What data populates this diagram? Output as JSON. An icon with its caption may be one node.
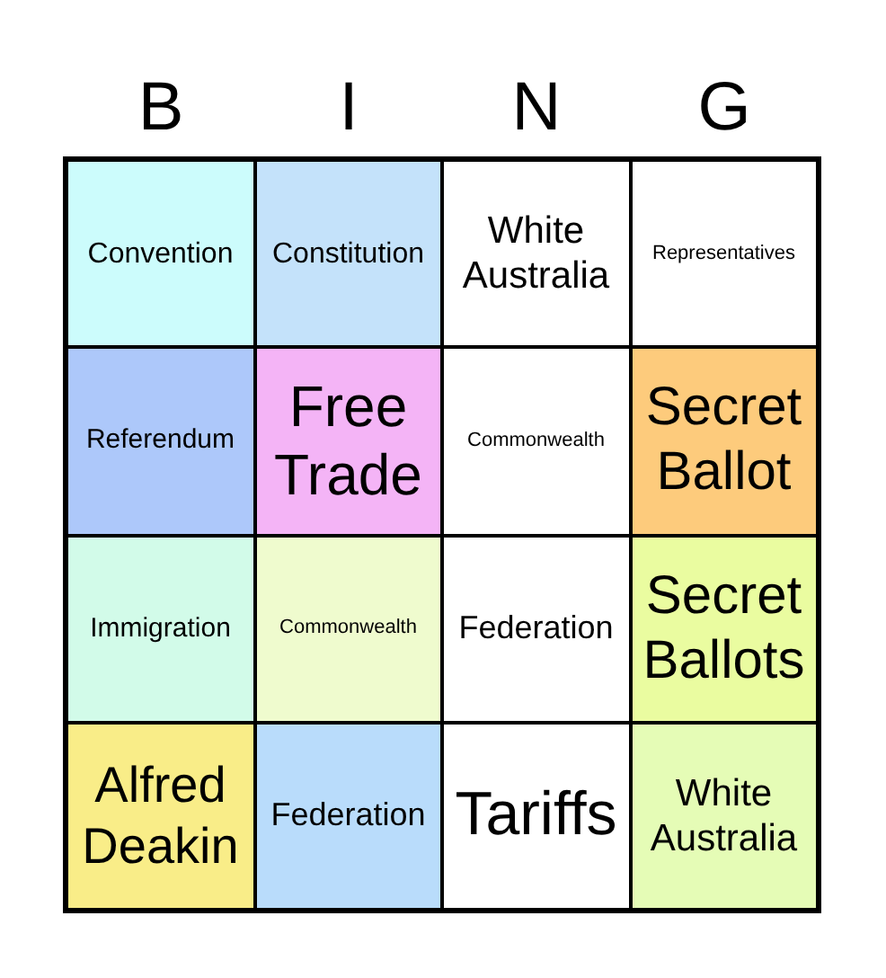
{
  "diagram": {
    "labels": [
      "B",
      "I",
      "N",
      "G",
      "Convention",
      "Constitution",
      "White Australia",
      "Representatives",
      "Referendum",
      "Free Trade",
      "Commonwealth",
      "Secret Ballot",
      "Immigration",
      "Commonwealth",
      "Federation",
      "Secret Ballots",
      "Alfred Deakin",
      "Federation",
      "Tariffs",
      "White Australia"
    ]
  }
}
